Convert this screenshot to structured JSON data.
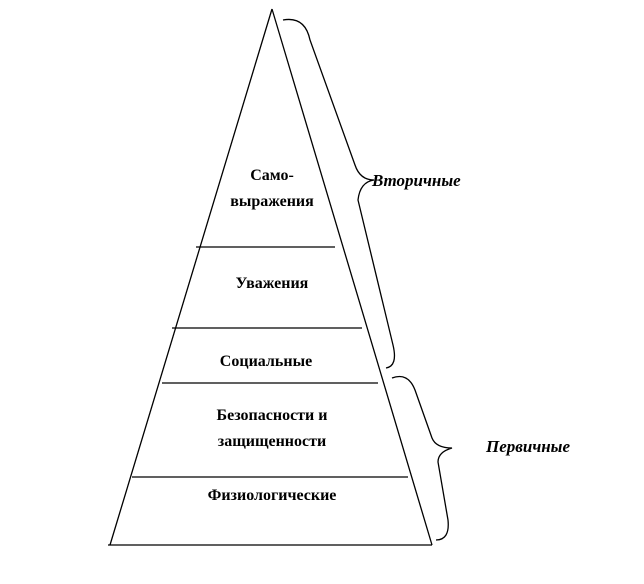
{
  "levels": [
    {
      "lines": [
        "Само-",
        "выражения"
      ]
    },
    {
      "lines": [
        "Уважения"
      ]
    },
    {
      "lines": [
        "Социальные"
      ]
    },
    {
      "lines": [
        "Безопасности и",
        "защищенности"
      ]
    },
    {
      "lines": [
        "Физиологические"
      ]
    }
  ],
  "groups": {
    "secondary": "Вторичные",
    "primary": "Первичные"
  }
}
